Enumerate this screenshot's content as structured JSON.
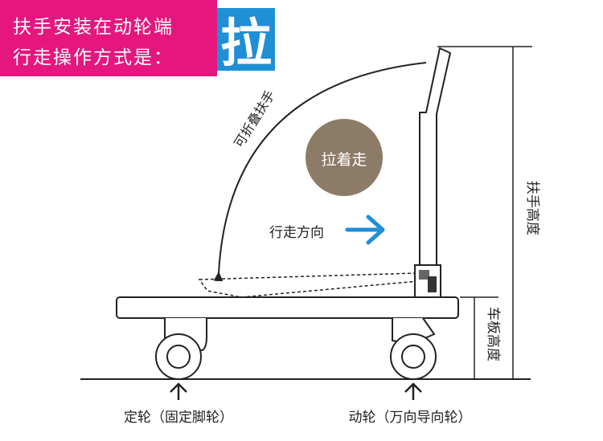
{
  "banner": {
    "line1": "扶手安装在动轮端",
    "line2": "行走操作方式是：",
    "big_char": "拉"
  },
  "labels": {
    "foldable_handle": "可折叠扶手",
    "pull_walk": "拉着走",
    "direction": "行走方向",
    "handle_height": "扶手高度",
    "deck_height": "车板高度",
    "fixed_wheel": "定轮（固定脚轮）",
    "moving_wheel": "动轮（万向导向轮）"
  },
  "colors": {
    "banner_bg": "#e5177e",
    "accent_blue": "#1f8fd6",
    "badge_bg": "#8c7b66"
  }
}
